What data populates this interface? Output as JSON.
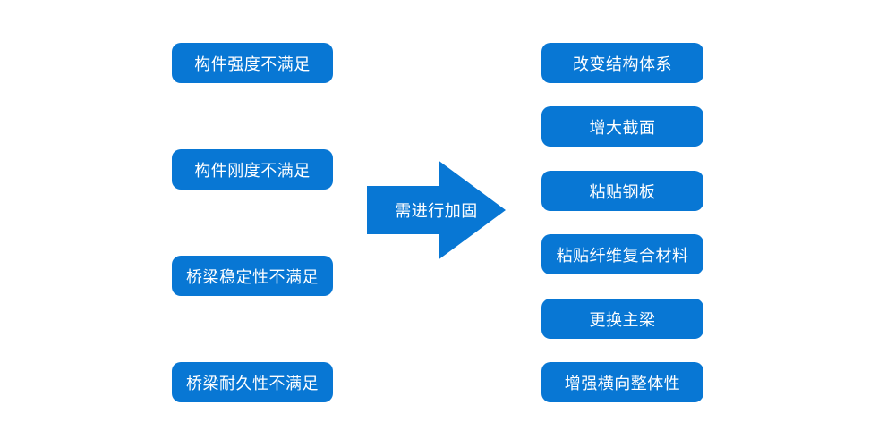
{
  "colors": {
    "accent": "#0877d4",
    "background": "#ffffff",
    "text_on_accent": "#ffffff"
  },
  "left_column": {
    "items": [
      {
        "label": "构件强度不满足"
      },
      {
        "label": "构件刚度不满足"
      },
      {
        "label": "桥梁稳定性不满足"
      },
      {
        "label": "桥梁耐久性不满足"
      }
    ]
  },
  "arrow": {
    "label": "需进行加固"
  },
  "right_column": {
    "items": [
      {
        "label": "改变结构体系"
      },
      {
        "label": "增大截面"
      },
      {
        "label": "粘贴钢板"
      },
      {
        "label": "粘贴纤维复合材料"
      },
      {
        "label": "更换主梁"
      },
      {
        "label": "增强横向整体性"
      }
    ]
  }
}
